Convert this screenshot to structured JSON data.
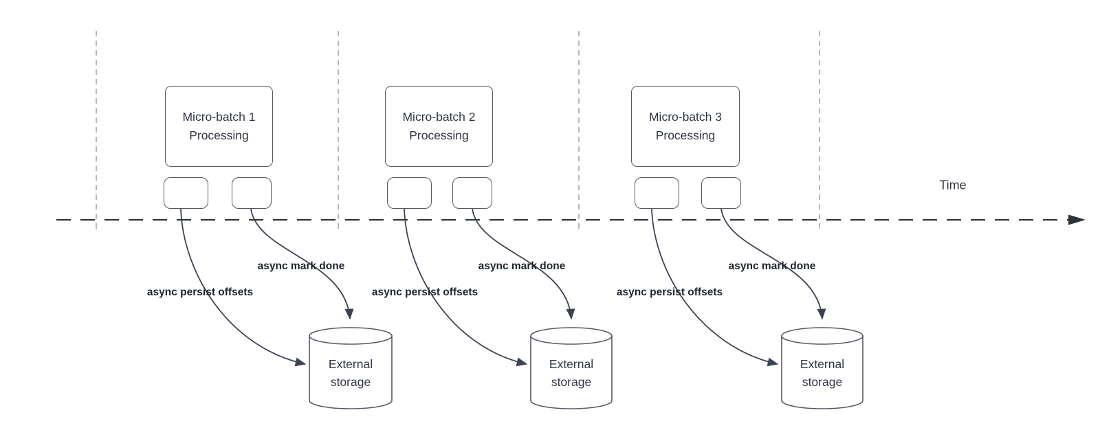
{
  "colors": {
    "shape": "#545a63",
    "arrow": "#3b4252",
    "timeline": "#2e3338",
    "divider": "#b0b1b4",
    "text": "#2f3642",
    "label": "#1e242e"
  },
  "timeline": {
    "label": "Time"
  },
  "sections": [
    {
      "name": "micro-batch-1",
      "processing_line1": "Micro-batch 1",
      "processing_line2": "Processing",
      "persist_label": "async persist offsets",
      "done_label": "async mark done",
      "storage_line1": "External",
      "storage_line2": "storage"
    },
    {
      "name": "micro-batch-2",
      "processing_line1": "Micro-batch 2",
      "processing_line2": "Processing",
      "persist_label": "async persist offsets",
      "done_label": "async mark done",
      "storage_line1": "External",
      "storage_line2": "storage"
    },
    {
      "name": "micro-batch-3",
      "processing_line1": "Micro-batch 3",
      "processing_line2": "Processing",
      "persist_label": "async persist offsets",
      "done_label": "async mark done",
      "storage_line1": "External",
      "storage_line2": "storage"
    }
  ]
}
